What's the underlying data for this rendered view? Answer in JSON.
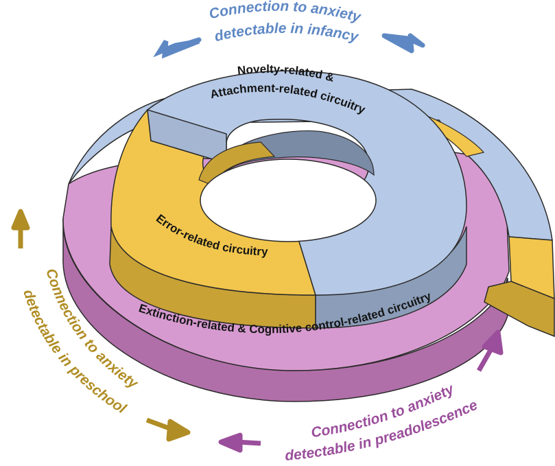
{
  "colors": {
    "blue_top": "#b6c9e6",
    "blue_side": "#8b9db8",
    "blue_side_dark": "#7a8ba6",
    "yellow_top": "#f2c64d",
    "yellow_side": "#c9a236",
    "pink_top": "#d79ad0",
    "pink_side": "#b06fa9",
    "outline": "#2a2a2a",
    "caption_blue": "#5e88c4",
    "caption_gold": "#b08d25",
    "caption_purple": "#9a4e9b"
  },
  "rings": {
    "novelty_line1": "Novelty-related &",
    "novelty_line2": "Attachment-related circuitry",
    "error": "Error-related circuitry",
    "extinction": "Extinction-related & Cognitive control-related circuitry"
  },
  "captions": {
    "infancy_line1": "Connection to anxiety",
    "infancy_line2": "detectable in infancy",
    "preschool_line1": "Connection to anxiety",
    "preschool_line2": "detectable in preschool",
    "preadolescence_line1": "Connection to anxiety",
    "preadolescence_line2": "detectable in preadolescence"
  }
}
